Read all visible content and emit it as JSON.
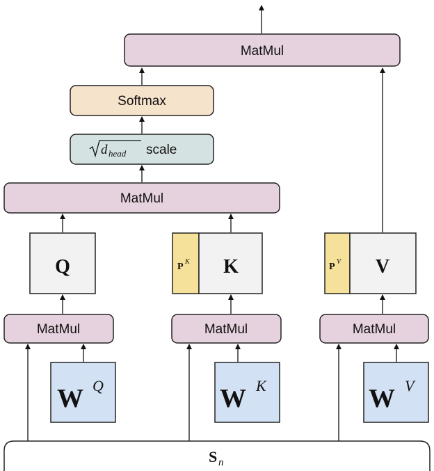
{
  "nodes": {
    "matmul_top": "MatMul",
    "softmax": "Softmax",
    "scale_sym": "d",
    "scale_sub": "head",
    "scale_word": "scale",
    "matmul_mid": "MatMul",
    "q": "Q",
    "k": "K",
    "v": "V",
    "pk": "P",
    "pk_sup": "K",
    "pv": "P",
    "pv_sup": "V",
    "matmul_q": "MatMul",
    "matmul_k": "MatMul",
    "matmul_v": "MatMul",
    "wq": "W",
    "wq_sup": "Q",
    "wk": "W",
    "wk_sup": "K",
    "wv": "W",
    "wv_sup": "V",
    "sn": "S",
    "sn_sub": "n"
  },
  "colors": {
    "matmul": "#e6d2de",
    "softmax": "#f6e3cb",
    "scale": "#d5e2e2",
    "qkv": "#f2f2f2",
    "pos": "#f6e19a",
    "weights": "#d2e1f3"
  }
}
